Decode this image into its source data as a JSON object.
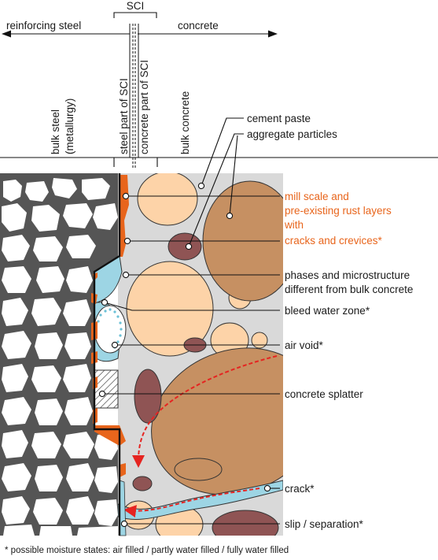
{
  "header": {
    "sci": "SCI",
    "reinforcing_steel": "reinforcing steel",
    "concrete": "concrete"
  },
  "zones": {
    "bulk_steel_line1": "bulk steel",
    "bulk_steel_line2": "(metallurgy)",
    "steel_part_sci": "steel part of SCI",
    "concrete_part_sci": "concrete part of SCI",
    "bulk_concrete": "bulk concrete"
  },
  "labels": {
    "cement_paste": "cement paste",
    "aggregate_particles": "aggregate particles",
    "mill_scale_1": "mill scale and",
    "mill_scale_2": "pre-existing rust layers",
    "mill_scale_3": "with",
    "mill_scale_4": "cracks and crevices*",
    "phases_1": "phases and microstructure",
    "phases_2": "different from bulk concrete",
    "bleed_water": "bleed water zone*",
    "air_void": "air void*",
    "concrete_splatter": "concrete splatter",
    "crack": "crack*",
    "slip": "slip / separation*"
  },
  "footnote": "* possible moisture states: air filled / partly water filled / fully water filled",
  "colors": {
    "steel_pores": "#555555",
    "cement_paste": "#d9d9d9",
    "aggregate_light": "#fdd3a8",
    "aggregate_brown": "#c69062",
    "aggregate_dark": "#8f5454",
    "rust": "#e8651c",
    "water": "#9dd5e4",
    "highlight_text": "#e8651c",
    "crack_arrow": "#e52421"
  }
}
